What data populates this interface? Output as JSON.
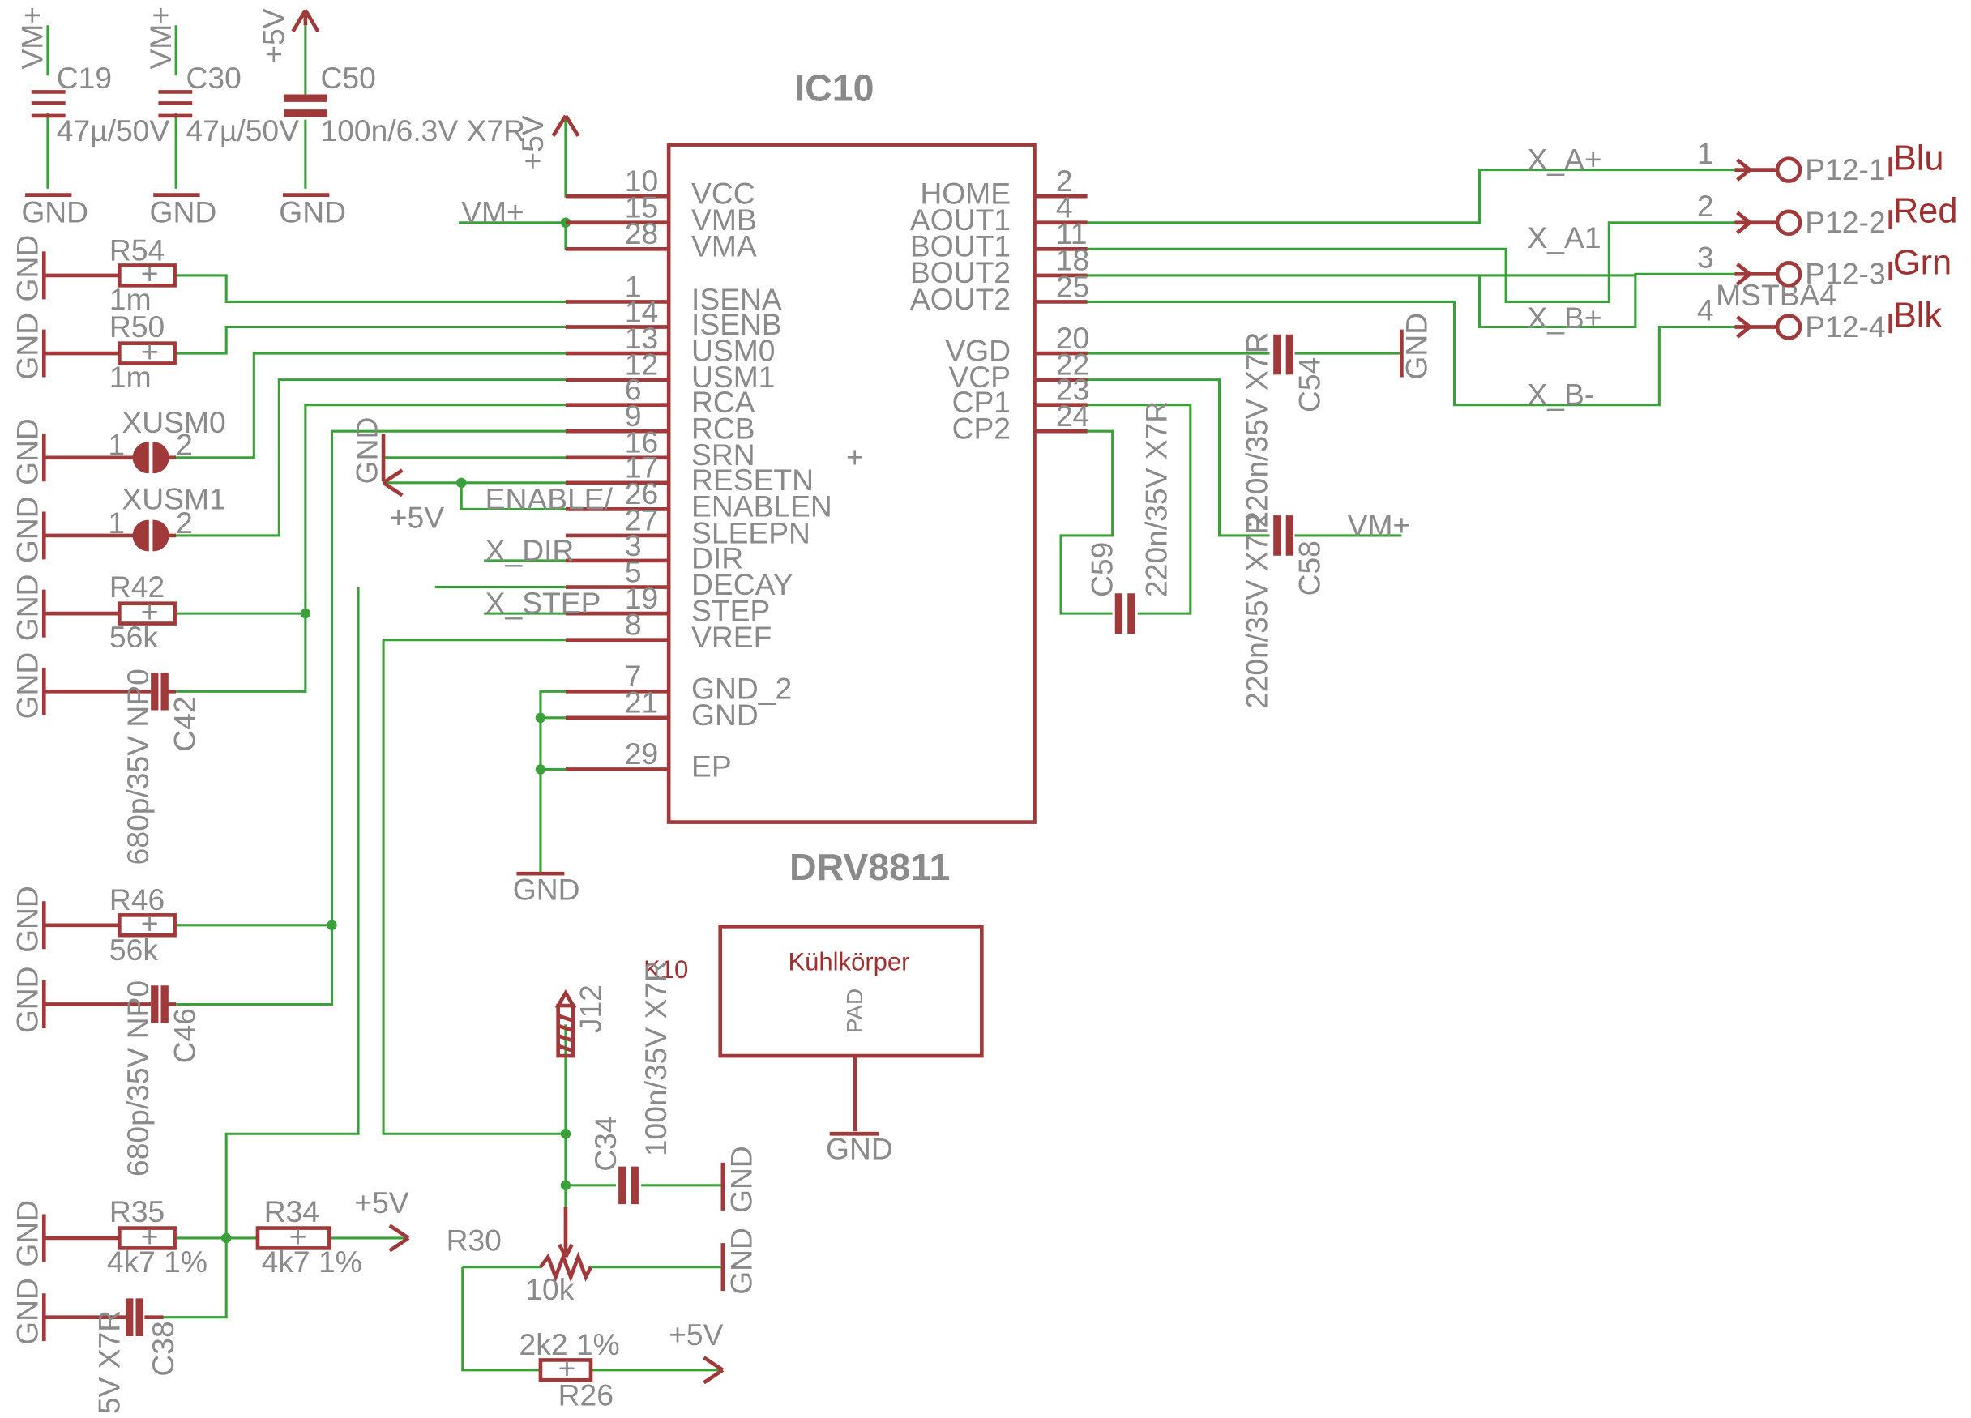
{
  "ic": {
    "refdes": "IC10",
    "value": "DRV8811",
    "left_pins": [
      {
        "num": "10",
        "name": "VCC"
      },
      {
        "num": "15",
        "name": "VMB"
      },
      {
        "num": "28",
        "name": "VMA"
      },
      {
        "num": "1",
        "name": "ISENA"
      },
      {
        "num": "14",
        "name": "ISENB"
      },
      {
        "num": "13",
        "name": "USM0"
      },
      {
        "num": "12",
        "name": "USM1"
      },
      {
        "num": "6",
        "name": "RCA"
      },
      {
        "num": "9",
        "name": "RCB"
      },
      {
        "num": "16",
        "name": "SRN"
      },
      {
        "num": "17",
        "name": "RESETN"
      },
      {
        "num": "26",
        "name": "ENABLEN"
      },
      {
        "num": "27",
        "name": "SLEEPN"
      },
      {
        "num": "3",
        "name": "DIR"
      },
      {
        "num": "5",
        "name": "DECAY"
      },
      {
        "num": "19",
        "name": "STEP"
      },
      {
        "num": "8",
        "name": "VREF"
      },
      {
        "num": "7",
        "name": "GND_2"
      },
      {
        "num": "21",
        "name": "GND"
      },
      {
        "num": "29",
        "name": "EP"
      }
    ],
    "right_pins": [
      {
        "num": "2",
        "name": "HOME"
      },
      {
        "num": "4",
        "name": "AOUT1"
      },
      {
        "num": "11",
        "name": "BOUT1"
      },
      {
        "num": "18",
        "name": "BOUT2"
      },
      {
        "num": "25",
        "name": "AOUT2"
      },
      {
        "num": "20",
        "name": "VGD"
      },
      {
        "num": "22",
        "name": "VCP"
      },
      {
        "num": "23",
        "name": "CP1"
      },
      {
        "num": "24",
        "name": "CP2"
      }
    ]
  },
  "caps_top": [
    {
      "ref": "C19",
      "value": "47µ/50V",
      "supply": "VM+",
      "gnd": "GND"
    },
    {
      "ref": "C30",
      "value": "47µ/50V",
      "supply": "VM+",
      "gnd": "GND"
    },
    {
      "ref": "C50",
      "value": "100n/6.3V X7R",
      "supply": "+5V",
      "gnd": "GND"
    }
  ],
  "left_parts": {
    "r54": {
      "ref": "R54",
      "value": "1m",
      "gnd": "GND"
    },
    "r50": {
      "ref": "R50",
      "value": "1m",
      "gnd": "GND"
    },
    "xusm0": {
      "ref": "XUSM0",
      "pin1": "1",
      "pin2": "2",
      "gnd": "GND"
    },
    "xusm1": {
      "ref": "XUSM1",
      "pin1": "1",
      "pin2": "2",
      "gnd": "GND"
    },
    "r42": {
      "ref": "R42",
      "value": "56k",
      "gnd": "GND"
    },
    "c42": {
      "ref": "C42",
      "value": "680p/35V NP0",
      "gnd": "GND"
    },
    "r46": {
      "ref": "R46",
      "value": "56k",
      "gnd": "GND"
    },
    "c46": {
      "ref": "C46",
      "value": "680p/35V NP0",
      "gnd": "GND"
    },
    "r35": {
      "ref": "R35",
      "value": "4k7 1%",
      "gnd": "GND"
    },
    "r34": {
      "ref": "R34",
      "value": "4k7 1%",
      "supply": "+5V"
    },
    "c38": {
      "ref": "C38",
      "value": "5V X7R",
      "gnd": "GND"
    }
  },
  "nets": {
    "vcc_supply": "+5V",
    "vm": "VM+",
    "srn_gnd": "GND",
    "reset_supply": "+5V",
    "enable": "ENABLE/",
    "dir": "X_DIR",
    "step": "X_STEP",
    "ic_gnd": "GND"
  },
  "right_parts": {
    "c54": {
      "ref": "C54",
      "value": "220n/35V X7R",
      "gnd": "GND"
    },
    "c58": {
      "ref": "C58",
      "value": "220n/35V X7R",
      "supply": "VM+"
    },
    "c59": {
      "ref": "C59",
      "value": "220n/35V X7R"
    }
  },
  "connector": {
    "ref": "MSTBA4",
    "nets": [
      "X_A+",
      "X_A1",
      "X_B+",
      "X_B-"
    ],
    "pins": [
      {
        "num": "1",
        "label": "P12-1",
        "color": "Blu"
      },
      {
        "num": "2",
        "label": "P12-2",
        "color": "Red"
      },
      {
        "num": "3",
        "label": "P12-3",
        "color": "Grn"
      },
      {
        "num": "4",
        "label": "P12-4",
        "color": "Blk"
      }
    ]
  },
  "heatsink": {
    "ref": "K10",
    "title": "Kühlkörper",
    "pad": "PAD",
    "gnd": "GND"
  },
  "vref": {
    "j12": "J12",
    "c34": {
      "ref": "C34",
      "value": "100n/35V X7R",
      "gnd": "GND"
    },
    "r30": {
      "ref": "R30",
      "value": "10k",
      "gnd": "GND"
    },
    "r26": {
      "ref": "R26",
      "value": "2k2 1%",
      "supply": "+5V"
    }
  },
  "colors": {
    "wire": "#3aa03a",
    "symbol": "#a03a3a",
    "text": "#8a8a8a",
    "accent": "#a03030"
  }
}
